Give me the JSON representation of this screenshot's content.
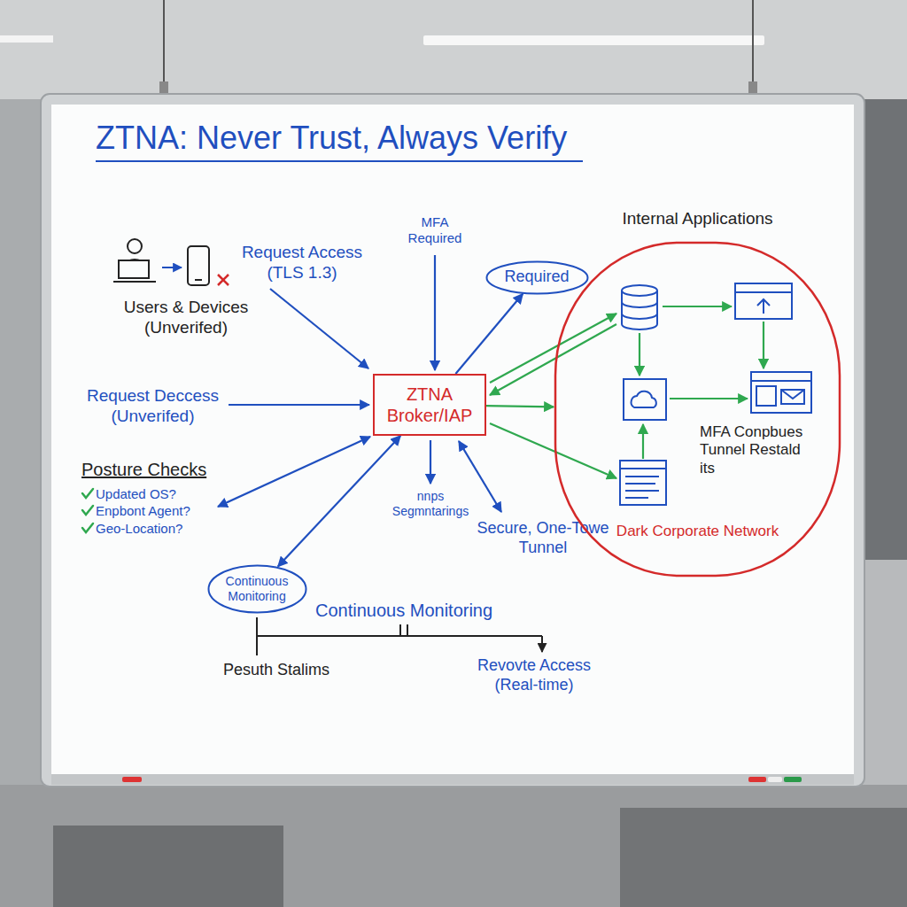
{
  "diagram": {
    "title": "ZTNA: Never Trust, Always Verify",
    "nodes": [
      {
        "text": [
          "Internal Applications",
          "Dark Corporate Network"
        ]
      },
      {
        "text": [
          "Required"
        ]
      },
      {
        "text": [
          "ZTNA Broker/IAP"
        ]
      },
      {
        "text": [
          "Continuous Monitoring"
        ]
      }
    ],
    "edges": [
      {
        "from": 2,
        "to": 1,
        "arrow": "to"
      },
      {
        "from": 2,
        "to": 0,
        "arrow": "to"
      },
      {
        "from": 2,
        "to": 3,
        "arrow": "both"
      }
    ],
    "labels": [
      "Users & Devices (Unverifed)",
      "Request Access (TLS 1.3)",
      "MFA Required",
      "Request Deccess (Unverifed)",
      "MFA Conpbues Tunnel Restald its",
      "Posture Checks",
      "Updated OS?",
      "Enpbont Agent?",
      "Geo-Location?",
      "nnps Segmntarings",
      "Secure, One-Towe Tunnel",
      "Continuous Monitoring",
      "Pesuth Stalims",
      "Revovte Access (Real-time)"
    ]
  }
}
